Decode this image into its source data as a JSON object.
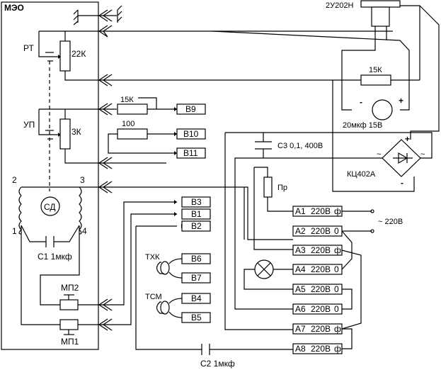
{
  "title": "МЭО",
  "labels": {
    "rt": "РТ",
    "up": "УП",
    "r22k": "22К",
    "r3k": "3К",
    "r15k_top": "15К",
    "r15k_bottom": "15К",
    "r100": "100",
    "cd": "СД",
    "node2": "2",
    "node3": "3",
    "node1": "1",
    "node4": "4",
    "c1": "С1  1мкф",
    "mp2": "МП2",
    "mp1": "МП1",
    "c2": "С2  1мкф",
    "c3": "С3  0,1, 400В",
    "fuse": "Пр",
    "cap20": "20мкф  15В",
    "bridge": "КЦ402А",
    "zener": "2У202Н",
    "mains": "~ 220В",
    "txk": "ТХК",
    "tcm": "ТСМ",
    "plus": "+",
    "minus": "-",
    "ac": "~"
  },
  "b_terminals": [
    "В9",
    "В10",
    "В11",
    "В3",
    "В1",
    "В2",
    "В6",
    "В7",
    "В4",
    "В5"
  ],
  "a_terminals": [
    {
      "id": "А1",
      "voltage": "220В",
      "type": "ф"
    },
    {
      "id": "А2",
      "voltage": "220В",
      "type": "0"
    },
    {
      "id": "А3",
      "voltage": "220В",
      "type": "ф"
    },
    {
      "id": "А4",
      "voltage": "220В",
      "type": "0"
    },
    {
      "id": "А5",
      "voltage": "220В",
      "type": "0"
    },
    {
      "id": "А6",
      "voltage": "220В",
      "type": "0"
    },
    {
      "id": "А7",
      "voltage": "220В",
      "type": "ф"
    },
    {
      "id": "А8",
      "voltage": "220В",
      "type": "ф"
    }
  ]
}
